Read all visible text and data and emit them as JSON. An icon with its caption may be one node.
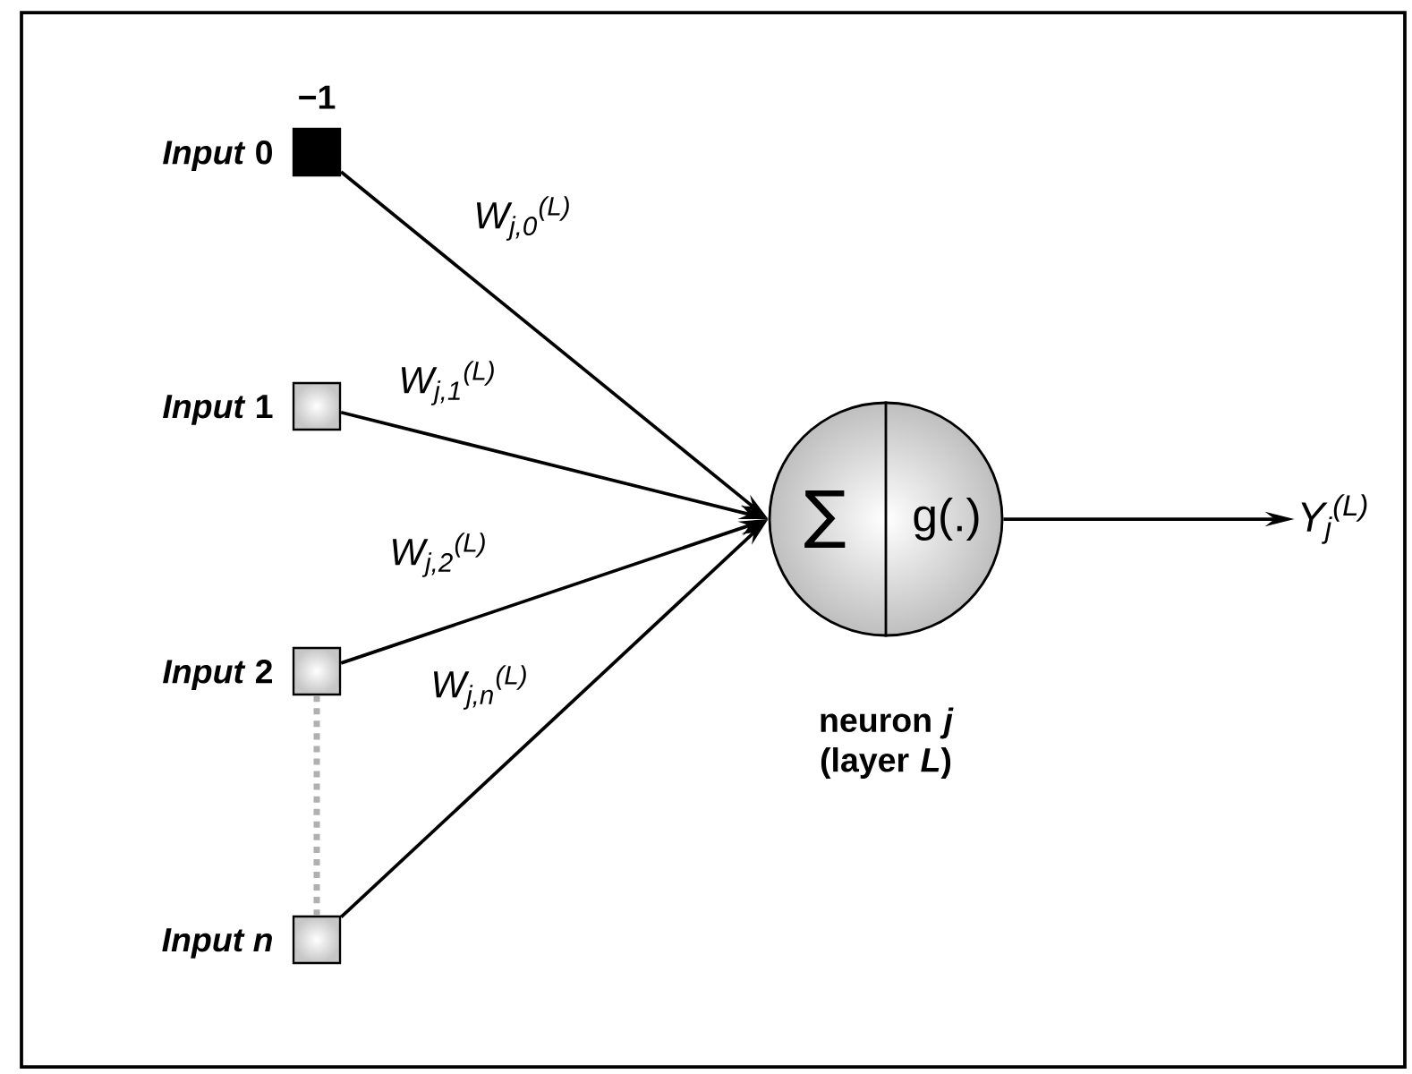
{
  "diagram": {
    "nodes": [
      {
        "text": [
          "*Input* 0"
        ],
        "beside": [
          "−1"
        ]
      },
      {
        "text": [
          "*Input* 1"
        ]
      },
      {
        "text": [
          "*Input* 2"
        ]
      },
      {
        "text": [
          "*Input n*"
        ]
      },
      {
        "text": [
          "∑",
          "g(.)"
        ],
        "beside": [
          "neuron *j* (layer *L*)"
        ]
      },
      {
        "text": [
          "Y$_{j}$$^{(L)}$"
        ]
      }
    ],
    "edges": [
      {
        "from": 0,
        "to": 4,
        "arrow": "to",
        "label": "W$_{j,0}$$^{(L)}$"
      },
      {
        "from": 1,
        "to": 4,
        "arrow": "to",
        "label": "W$_{j,1}$$^{(L)}$"
      },
      {
        "from": 2,
        "to": 4,
        "arrow": "to",
        "label": "W$_{j,2}$$^{(L)}$"
      },
      {
        "from": 3,
        "to": 4,
        "arrow": "to",
        "label": "W$_{j,n}$$^{(L)}$"
      },
      {
        "from": 4,
        "to": 5,
        "arrow": "to"
      },
      {
        "from": 2,
        "to": 3,
        "arrow": "none",
        "style": "dashed",
        "color": "#b0b0b0"
      }
    ]
  }
}
